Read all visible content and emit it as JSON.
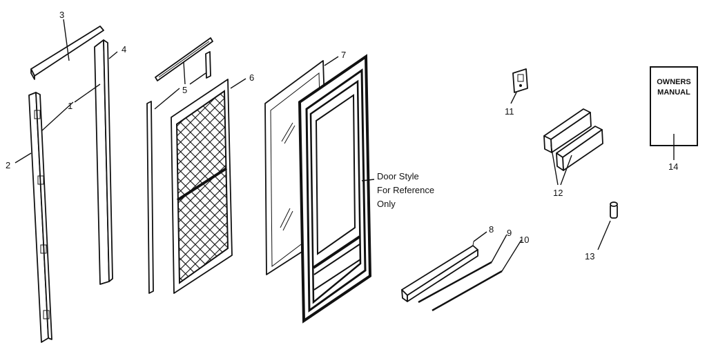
{
  "callouts": {
    "c1": "1",
    "c2": "2",
    "c3": "3",
    "c4": "4",
    "c5": "5",
    "c6": "6",
    "c7": "7",
    "c8": "8",
    "c9": "9",
    "c10": "10",
    "c11": "11",
    "c12": "12",
    "c13": "13",
    "c14": "14"
  },
  "note": {
    "line1": "Door Style",
    "line2": "For Reference",
    "line3": "Only"
  },
  "manual": {
    "line1": "OWNERS",
    "line2": "MANUAL"
  }
}
